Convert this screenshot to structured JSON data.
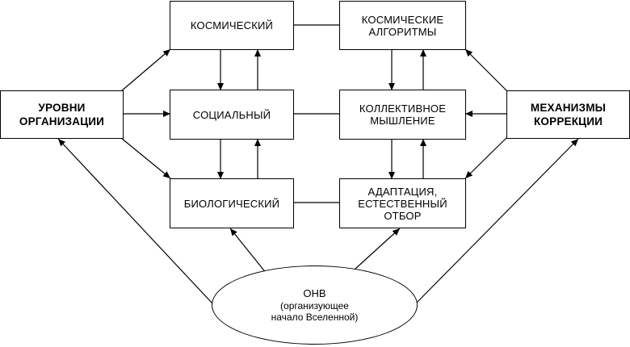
{
  "nodes": {
    "levels": "УРОВНИ\nОРГАНИЗАЦИИ",
    "mechanisms": "МЕХАНИЗМЫ\nКОРРЕКЦИИ",
    "cosmic": "КОСМИЧЕСКИЙ",
    "social": "СОЦИАЛЬНЫЙ",
    "biological": "БИОЛОГИЧЕСКИЙ",
    "cosmic_algorithms": "КОСМИЧЕСКИЕ\nАЛГОРИТМЫ",
    "collective_thinking": "КОЛЛЕКТИВНОЕ\nМЫШЛЕНИЕ",
    "adaptation": "АДАПТАЦИЯ,\nЕСТЕСТВЕННЫЙ\nОТБОР",
    "onv_title": "ОНВ",
    "onv_subtitle": "(организующее\nначало Вселенной)"
  }
}
